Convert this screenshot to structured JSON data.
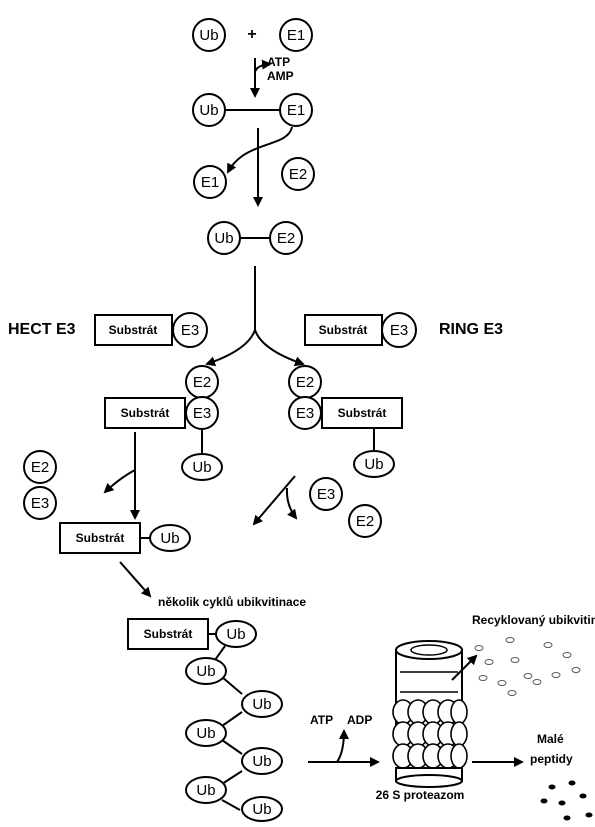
{
  "molecules": {
    "ub": "Ub",
    "e1": "E1",
    "e2": "E2",
    "e3": "E3",
    "substrate": "Substrát"
  },
  "symbols": {
    "plus": "+"
  },
  "energy": {
    "atp": "ATP",
    "amp": "AMP",
    "adp": "ADP"
  },
  "labels": {
    "hect": "HECT E3",
    "ring": "RING E3",
    "cycles": "několik cyklů ubikvitinace",
    "recycled": "Recyklovaný ubikvitin",
    "peptides_line1": "Malé",
    "peptides_line2": "peptidy",
    "proteasome": "26 S proteazom"
  }
}
